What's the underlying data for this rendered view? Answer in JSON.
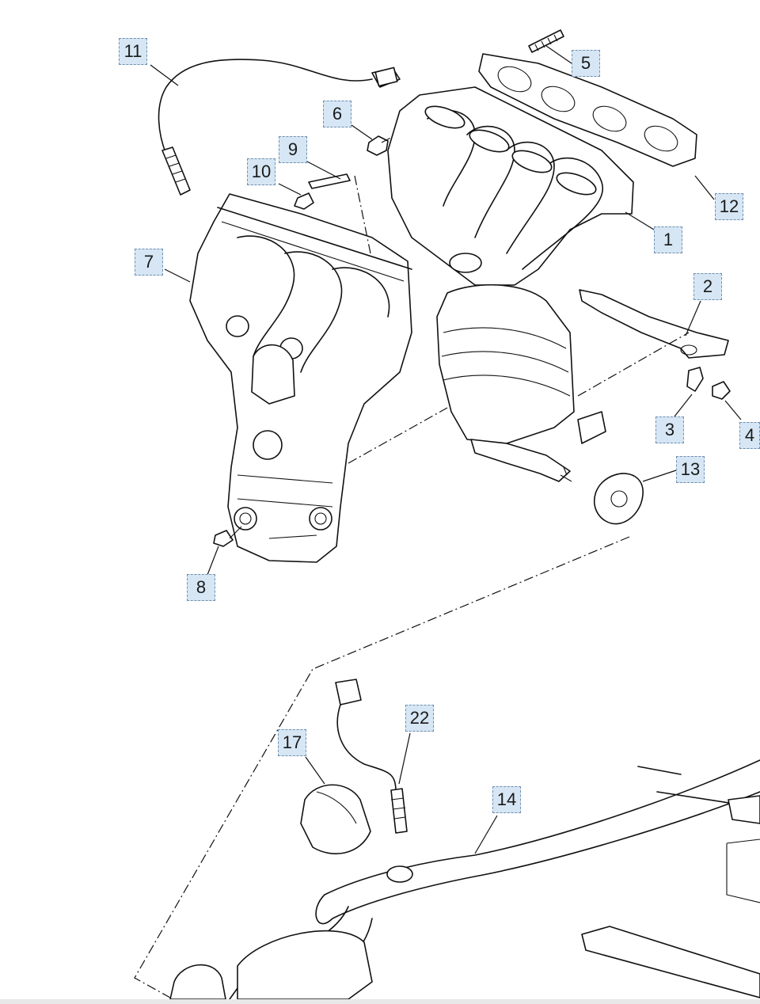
{
  "callouts": [
    {
      "id": "11",
      "label": "11"
    },
    {
      "id": "5",
      "label": "5"
    },
    {
      "id": "6",
      "label": "6"
    },
    {
      "id": "9",
      "label": "9"
    },
    {
      "id": "10",
      "label": "10"
    },
    {
      "id": "12",
      "label": "12"
    },
    {
      "id": "1",
      "label": "1"
    },
    {
      "id": "7",
      "label": "7"
    },
    {
      "id": "2",
      "label": "2"
    },
    {
      "id": "3",
      "label": "3"
    },
    {
      "id": "4",
      "label": "4"
    },
    {
      "id": "13",
      "label": "13"
    },
    {
      "id": "8",
      "label": "8"
    },
    {
      "id": "22",
      "label": "22"
    },
    {
      "id": "17",
      "label": "17"
    },
    {
      "id": "14",
      "label": "14"
    }
  ]
}
